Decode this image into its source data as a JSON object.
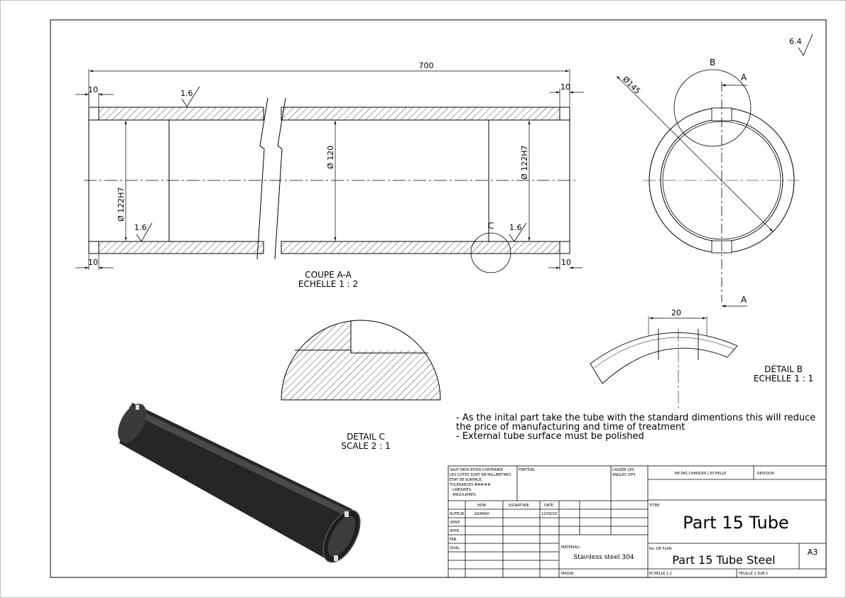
{
  "dimensions": {
    "overall_length": "700",
    "end_left_top": "10",
    "end_right_top": "10",
    "end_left_bottom": "10",
    "end_right_bottom": "10",
    "inner_left": "122H7",
    "inner_right": "122H7",
    "inner_mid": "120",
    "outer_dia": "145",
    "detail_b_width": "20",
    "diameter_symbol": "Ø"
  },
  "roughness": {
    "top": "1.6",
    "bottom_left": "1.6",
    "bottom_right": "1.6",
    "general": "6.4"
  },
  "labels": {
    "detail_c_marker": "C",
    "detail_b_marker": "B",
    "section_a_top": "A",
    "section_a_bottom": "A"
  },
  "views": {
    "section_title": "COUPE A-A",
    "section_scale": "ECHELLE 1 : 2",
    "detail_c_title": "DETAIL C",
    "detail_c_scale": "SCALE 2 : 1",
    "detail_b_title": "DÉTAIL B",
    "detail_b_scale": "ECHELLE 1 : 1"
  },
  "notes": [
    "- As the inital part take the tube with the standard dimentions  this will reduce",
    "the price of manufacturing and time of treatment",
    "- External tube surface must be polished"
  ],
  "title_block": {
    "general_tol": [
      "SAUF INDICATION CONTRAIRE:",
      "LES COTES SONT EN MILLIMETRES",
      "ETAT DE SURFACE:",
      "TOLERANCES ###/##:",
      "LINEAIRES:",
      "ANGULAIRES:"
    ],
    "finish_label": "FINITION:",
    "break_edges": [
      "CASSER LES",
      "ANGLES VIFS"
    ],
    "no_scale": "NE PAS CHANGER L'ECHELLE",
    "revision": "REVISION",
    "col_name": "NOM",
    "col_signature": "SIGNATURE",
    "col_date": "DATE",
    "row_author": "AUTEUR",
    "row_verif": "VERIF.",
    "row_appr": "APPR.",
    "row_fab": "FAB.",
    "row_qual": "QUAL.",
    "author_name": "AZARKH",
    "author_date": "12/09/16",
    "title_label": "TITRE:",
    "title": "Part 15 Tube",
    "material_label": "MATERIAU:",
    "material": "Stainless steel 304",
    "plan_label": "No. DE PLAN",
    "plan": "Part 15 Tube Steel",
    "size": "A3",
    "mass_label": "MASSE:",
    "scale_label": "ECHELLE:1:2",
    "sheet_label": "FEUILLE 1 SUR 1"
  }
}
